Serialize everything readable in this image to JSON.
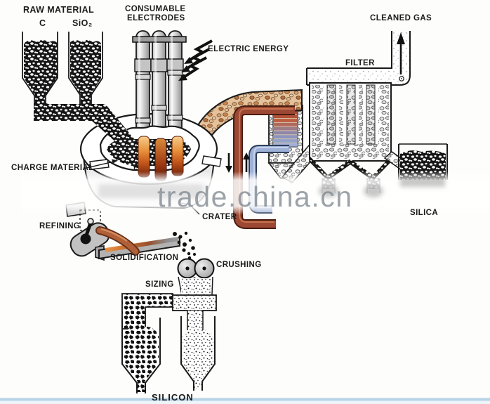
{
  "labels": {
    "raw_material": "RAW MATERIAL",
    "carbon": "C",
    "silicon_dioxide": "SiO₂",
    "consumable_electrodes_1": "CONSUMABLE",
    "consumable_electrodes_2": "ELECTRODES",
    "electric_energy": "ELECTRIC ENERGY",
    "cleaned_gas": "CLEANED GAS",
    "filter": "FILTER",
    "charge_material": "CHARGE MATERIAL",
    "crater": "CRATER",
    "silica": "SILICA",
    "refining": "REFINING",
    "solidification": "SOLIDIFICATION",
    "crushing": "CRUSHING",
    "sizing": "SIZING",
    "silicon": "SILICON"
  },
  "watermark": {
    "text": "trade.china.cn",
    "color": "#8b9399"
  },
  "colors": {
    "line": "#1a1a1a",
    "molten_glow": "#d4691e",
    "hot_pipe_red": "#9c4834",
    "cold_pipe_blue": "#9db0d6",
    "duct_tan": "#e6c29b",
    "footer_blue": "#b7d4e7"
  }
}
